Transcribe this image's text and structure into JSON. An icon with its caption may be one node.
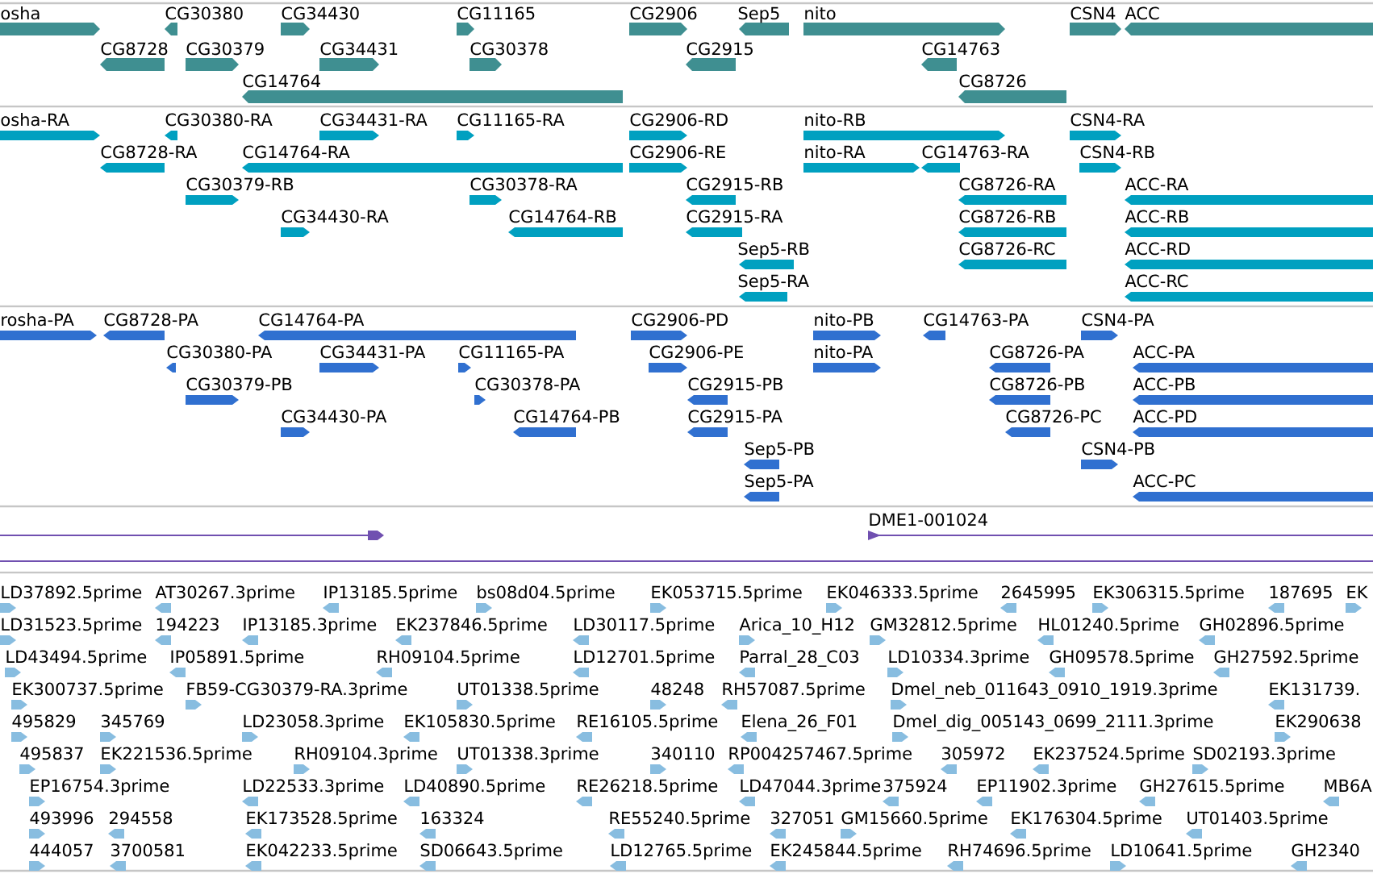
{
  "diagram": {
    "labels": [
      "osha",
      "CG30380",
      "CG34430",
      "CG11165",
      "CG2906",
      "Sep5",
      "nito",
      "CSN4",
      "ACC",
      "CG8728",
      "CG30379",
      "CG34431",
      "CG30378",
      "CG2915",
      "CG14763",
      "CG14764",
      "CG8726",
      "osha-RA",
      "CG30380-RA",
      "CG34431-RA",
      "CG11165-RA",
      "CG2906-RD",
      "nito-RB",
      "CSN4-RA",
      "CG8728-RA",
      "CG14764-RA",
      "CG2906-RE",
      "nito-RA",
      "CG14763-RA",
      "CSN4-RB",
      "CG30379-RB",
      "CG30378-RA",
      "CG2915-RB",
      "CG8726-RA",
      "ACC-RA",
      "CG34430-RA",
      "CG14764-RB",
      "CG2915-RA",
      "CG8726-RB",
      "ACC-RB",
      "Sep5-RB",
      "CG8726-RC",
      "ACC-RD",
      "Sep5-RA",
      "ACC-RC",
      "rosha-PA",
      "CG8728-PA",
      "CG14764-PA",
      "CG2906-PD",
      "nito-PB",
      "CG14763-PA",
      "CSN4-PA",
      "CG30380-PA",
      "CG34431-PA",
      "CG11165-PA",
      "CG2906-PE",
      "nito-PA",
      "CG8726-PA",
      "ACC-PA",
      "CG30379-PB",
      "CG30378-PA",
      "CG2915-PB",
      "CG8726-PB",
      "ACC-PB",
      "CG34430-PA",
      "CG14764-PB",
      "CG2915-PA",
      "CG8726-PC",
      "ACC-PD",
      "Sep5-PB",
      "CSN4-PB",
      "Sep5-PA",
      "ACC-PC",
      "DME1-001024",
      "LD37892.5prime",
      "AT30267.3prime",
      "IP13185.5prime",
      "bs08d04.5prime",
      "EK053715.5prime",
      "EK046333.5prime",
      "2645995",
      "EK306315.5prime",
      "187695",
      "EK",
      "LD31523.5prime",
      "194223",
      "IP13185.3prime",
      "EK237846.5prime",
      "LD30117.5prime",
      "Arica_10_H12",
      "GM32812.5prime",
      "HL01240.5prime",
      "GH02896.5prime",
      "LD43494.5prime",
      "IP05891.5prime",
      "RH09104.5prime",
      "LD12701.5prime",
      "Parral_28_C03",
      "LD10334.3prime",
      "GH09578.5prime",
      "GH27592.5prime",
      "EK300737.5prime",
      "FB59-CG30379-RA.3prime",
      "UT01338.5prime",
      "48248",
      "RH57087.5prime",
      "Dmel_neb_011643_0910_1919.3prime",
      "EK131739.",
      "495829",
      "345769",
      "LD23058.3prime",
      "EK105830.5prime",
      "RE16105.5prime",
      "Elena_26_F01",
      "Dmel_dig_005143_0699_2111.3prime",
      "EK290638",
      "495837",
      "EK221536.5prime",
      "RH09104.3prime",
      "UT01338.3prime",
      "340110",
      "RP004257467.5prime",
      "305972",
      "EK237524.5prime",
      "SD02193.3prime",
      "EP16754.3prime",
      "LD22533.3prime",
      "LD40890.5prime",
      "RE26218.5prime",
      "LD47044.3prime",
      "375924",
      "EP11902.3prime",
      "GH27615.5prime",
      "MB6A",
      "493996",
      "294558",
      "EK173528.5prime",
      "163324",
      "RE55240.5prime",
      "327051",
      "GM15660.5prime",
      "EK176304.5prime",
      "UT01403.5prime",
      "444057",
      "3700581",
      "EK042233.5prime",
      "SD06643.5prime",
      "LD12765.5prime",
      "EK245844.5prime",
      "RH74696.5prime",
      "LD10641.5prime",
      "GH2340"
    ]
  }
}
